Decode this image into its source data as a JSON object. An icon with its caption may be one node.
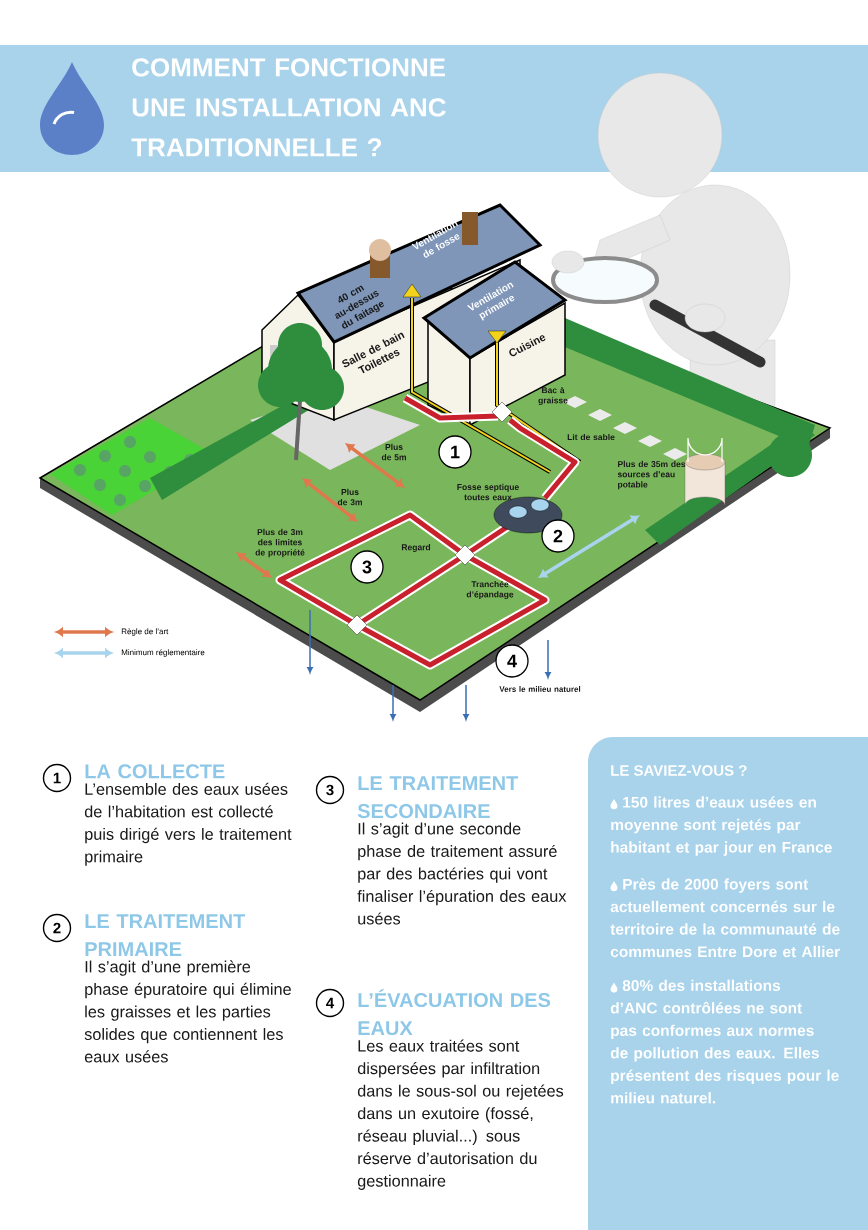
{
  "diagram": {
    "title": "COMMENT FONCTIONNE UNE INSTALLATION ANC TRADITIONNELLE ?",
    "nodes": [
      {
        "text": [
          "1"
        ]
      },
      {
        "text": [
          "2"
        ]
      },
      {
        "text": [
          "3"
        ]
      },
      {
        "text": [
          "4"
        ]
      },
      {
        "text": [
          "1"
        ],
        "beside": [
          "LA COLLECTE",
          "L’ensemble des eaux usées de l’habitation est collecté puis dirigé vers le traitement primaire"
        ]
      },
      {
        "text": [
          "2"
        ],
        "beside": [
          "LE TRAITEMENT PRIMAIRE",
          "Il s’agit d’une première phase épuratoire qui élimine les graisses et les parties solides que contiennent les eaux usées"
        ]
      },
      {
        "text": [
          "3"
        ],
        "beside": [
          "LE TRAITEMENT SECONDAIRE",
          "Il s’agit d’une seconde phase de traitement assuré par des bactéries qui vont finaliser l’épuration des eaux usées"
        ]
      },
      {
        "text": [
          "4"
        ],
        "beside": [
          "L’ÉVACUATION DES EAUX",
          "Les eaux traitées sont dispersées par infiltration dans le sous-sol ou rejetées dans un exutoire (fossé, réseau pluvial...) sous réserve d’autorisation du gestionnaire"
        ]
      },
      {
        "text": [
          "LE SAVIEZ-VOUS ?",
          "150 litres d’eaux usées en moyenne sont rejetés par habitant et par jour en France",
          "Près de 2000 foyers sont actuellement concernés sur le territoire de la communauté de communes Entre Dore et Allier",
          "80% des installations d’ANC contrôlées ne sont pas conformes aux normes de pollution des eaux. Elles présentent des risques pour le milieu naturel."
        ]
      }
    ],
    "labels": [
      "Ventilation de fosse",
      "40 cm au-dessus du faitage",
      "Ventilation primaire",
      "Salle de bain Toilettes",
      "Cuisine",
      "Bac à graisse",
      "Lit de sable",
      "Plus de 5m",
      "Fosse septique toutes eaux",
      "Plus de 35m des sources d’eau potable",
      "Plus de 3m",
      "Plus de 3m des limites de propriété",
      "Regard",
      "Tranchée d’épandage",
      "Vers le milieu naturel"
    ],
    "legend": [
      {
        "text": "Règle de l’art"
      },
      {
        "text": "Minimum réglementaire"
      }
    ]
  }
}
